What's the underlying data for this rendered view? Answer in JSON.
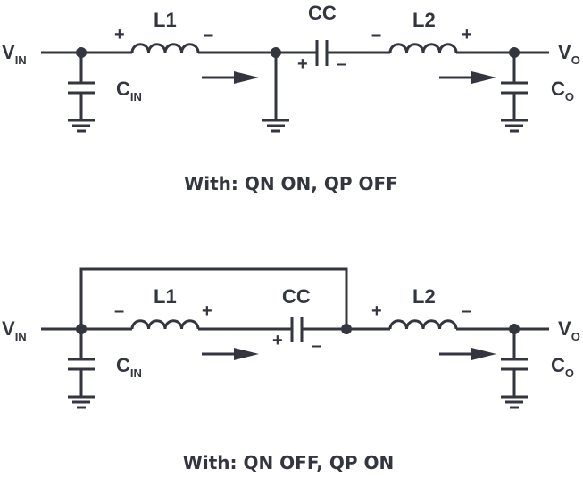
{
  "diagram": {
    "title": "Buck-boost (Cuk) converter current paths",
    "color": "#33363f",
    "panels": [
      {
        "caption": "With: QN ON, QP OFF",
        "vin": {
          "main": "V",
          "sub": "IN"
        },
        "cin": {
          "main": "C",
          "sub": "IN"
        },
        "vo": {
          "main": "V",
          "sub": "O"
        },
        "co": {
          "main": "C",
          "sub": "O"
        },
        "l1": {
          "label": "L1",
          "left_sign": "+",
          "right_sign": "–"
        },
        "cc": {
          "label": "CC",
          "left_sign": "+",
          "right_sign": "–"
        },
        "l2": {
          "label": "L2",
          "left_sign": "–",
          "right_sign": "+"
        }
      },
      {
        "caption": "With: QN OFF, QP ON",
        "vin": {
          "main": "V",
          "sub": "IN"
        },
        "cin": {
          "main": "C",
          "sub": "IN"
        },
        "vo": {
          "main": "V",
          "sub": "O"
        },
        "co": {
          "main": "C",
          "sub": "O"
        },
        "l1": {
          "label": "L1",
          "left_sign": "–",
          "right_sign": "+"
        },
        "cc": {
          "label": "CC",
          "left_sign": "+",
          "right_sign": "–"
        },
        "l2": {
          "label": "L2",
          "left_sign": "+",
          "right_sign": "–"
        }
      }
    ]
  }
}
